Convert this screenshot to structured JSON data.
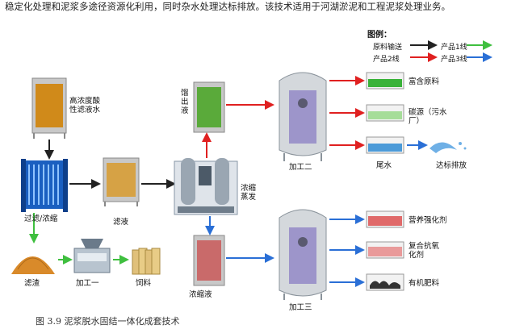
{
  "intro_text": "稳定化处理和泥浆多途径资源化利用，同时杂水处理达标排放。该技术适用于河湖淤泥和工程泥浆处理业务。",
  "legend": {
    "title": "图例：",
    "items": [
      {
        "label": "原料输送",
        "color": "#222222"
      },
      {
        "label": "产品1线",
        "color": "#3fbf3f"
      },
      {
        "label": "产品2线",
        "color": "#e02020"
      },
      {
        "label": "产品3线",
        "color": "#2a6fd6"
      }
    ]
  },
  "nodes": {
    "tank_top": "高浓度酸性滤液水",
    "filter": "过滤/浓缩",
    "sludge": "滤渣",
    "process1": "加工一",
    "feed": "饲料",
    "filtrate": "滤液",
    "evaporator": "浓缩蒸发",
    "distillate": "馏出液",
    "concentrate": "浓缩液",
    "process2": "加工二",
    "process3": "加工三",
    "out_water_product": "富含原料",
    "out_carbon": "碳源（污水厂）",
    "out_tail_water": "尾水",
    "out_discharge": "达标排放",
    "out_nutrient": "营养强化剂",
    "out_compound": "复合抗氧化剂",
    "out_fertilizer": "有机肥料"
  },
  "caption": "图 3.9   泥浆脱水固结一体化成套技术"
}
